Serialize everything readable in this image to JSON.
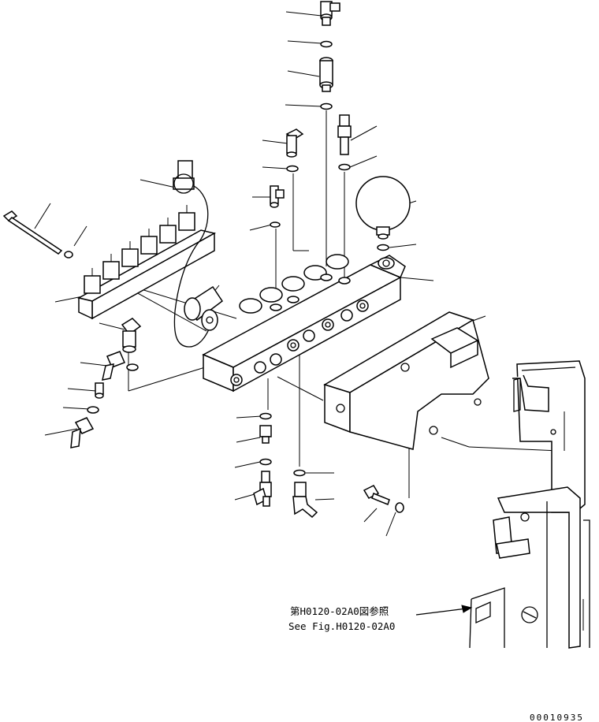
{
  "reference_note": {
    "line_jp": "第H0120-02A0図参照",
    "line_en": "See Fig.H0120-02A0"
  },
  "figure_code": "00010935"
}
